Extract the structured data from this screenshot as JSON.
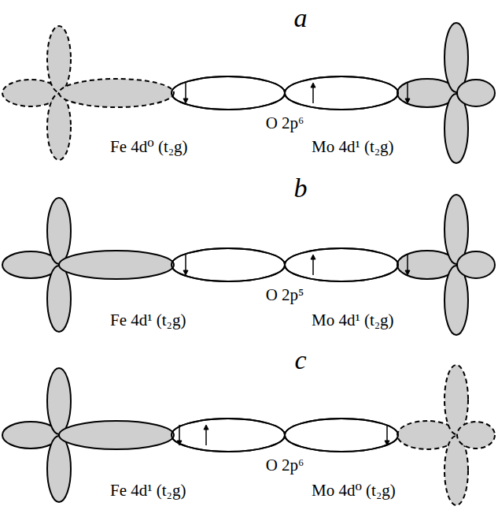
{
  "diagram": {
    "labels": [
      "a",
      "O 2p⁶",
      "Fe 4d⁰ (t₂g)",
      "Mo 4d¹ (t₂g)",
      "b",
      "O 2p⁵",
      "Fe 4d¹ (t₂g)",
      "Mo 4d¹ (t₂g)",
      "c",
      "O 2p⁶",
      "Fe 4d¹ (t₂g)",
      "Mo 4d⁰ (t₂g)"
    ]
  }
}
